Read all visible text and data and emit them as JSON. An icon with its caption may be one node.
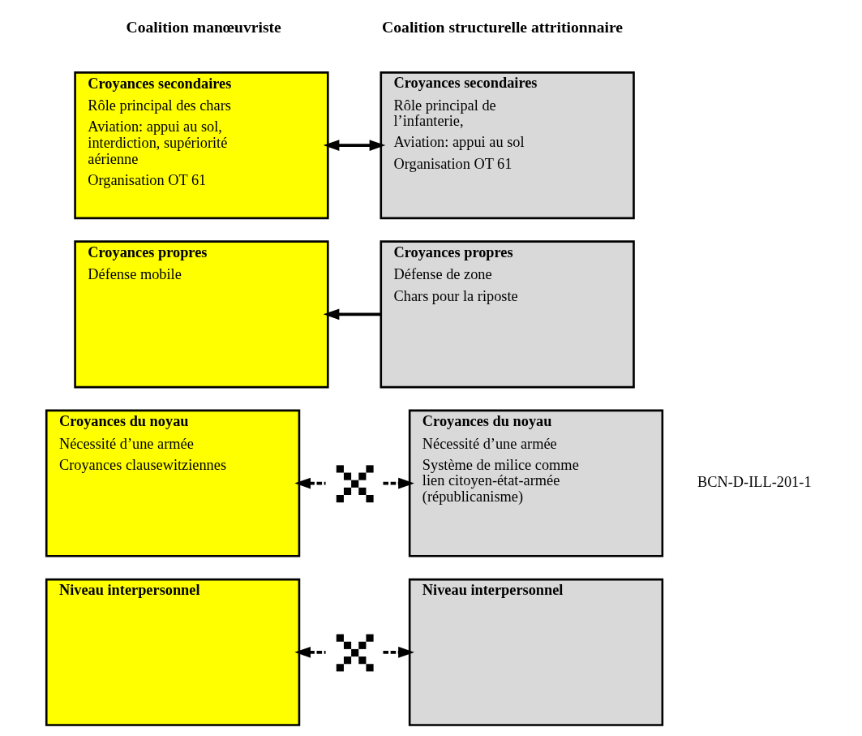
{
  "diagram": {
    "nodes": [
      {
        "text": [
          "Croyances secondaires",
          "Rôle principal des chars",
          "Aviation: appui au sol, interdiction, supériorité aérienne",
          "Organisation OT 61"
        ]
      },
      {
        "text": [
          "Croyances secondaires",
          "Rôle principal de l’infanterie,",
          "Aviation: appui au sol",
          "Organisation OT 61"
        ]
      },
      {
        "text": [
          "Croyances propres",
          "Défense mobile"
        ]
      },
      {
        "text": [
          "Croyances propres",
          "Défense de zone",
          "Chars pour la riposte"
        ]
      },
      {
        "text": [
          "Croyances du noyau",
          "Nécessité d’une armée",
          "Croyances clausewitziennes"
        ]
      },
      {
        "text": [],
        "shape": "cross"
      },
      {
        "text": [
          "Croyances du noyau",
          "Nécessité d’une armée",
          "Système de milice comme lien citoyen-état-armée (républicanisme)"
        ]
      },
      {
        "text": [
          "Niveau interpersonnel"
        ]
      },
      {
        "text": [],
        "shape": "cross"
      },
      {
        "text": [
          "Niveau interpersonnel"
        ]
      }
    ],
    "edges": [
      {
        "from": 0,
        "to": 1,
        "arrow": "both"
      },
      {
        "from": 3,
        "to": 2,
        "arrow": "to"
      },
      {
        "from": 5,
        "to": 4,
        "arrow": "to",
        "style": "dashed"
      },
      {
        "from": 5,
        "to": 6,
        "arrow": "to",
        "style": "dashed"
      },
      {
        "from": 8,
        "to": 7,
        "arrow": "to",
        "style": "dashed"
      },
      {
        "from": 8,
        "to": 9,
        "arrow": "to",
        "style": "dashed"
      }
    ],
    "labels": [
      "Coalition manœuvriste",
      "Coalition structurelle attritionnaire",
      "BCN-D-ILL-201-1"
    ]
  }
}
